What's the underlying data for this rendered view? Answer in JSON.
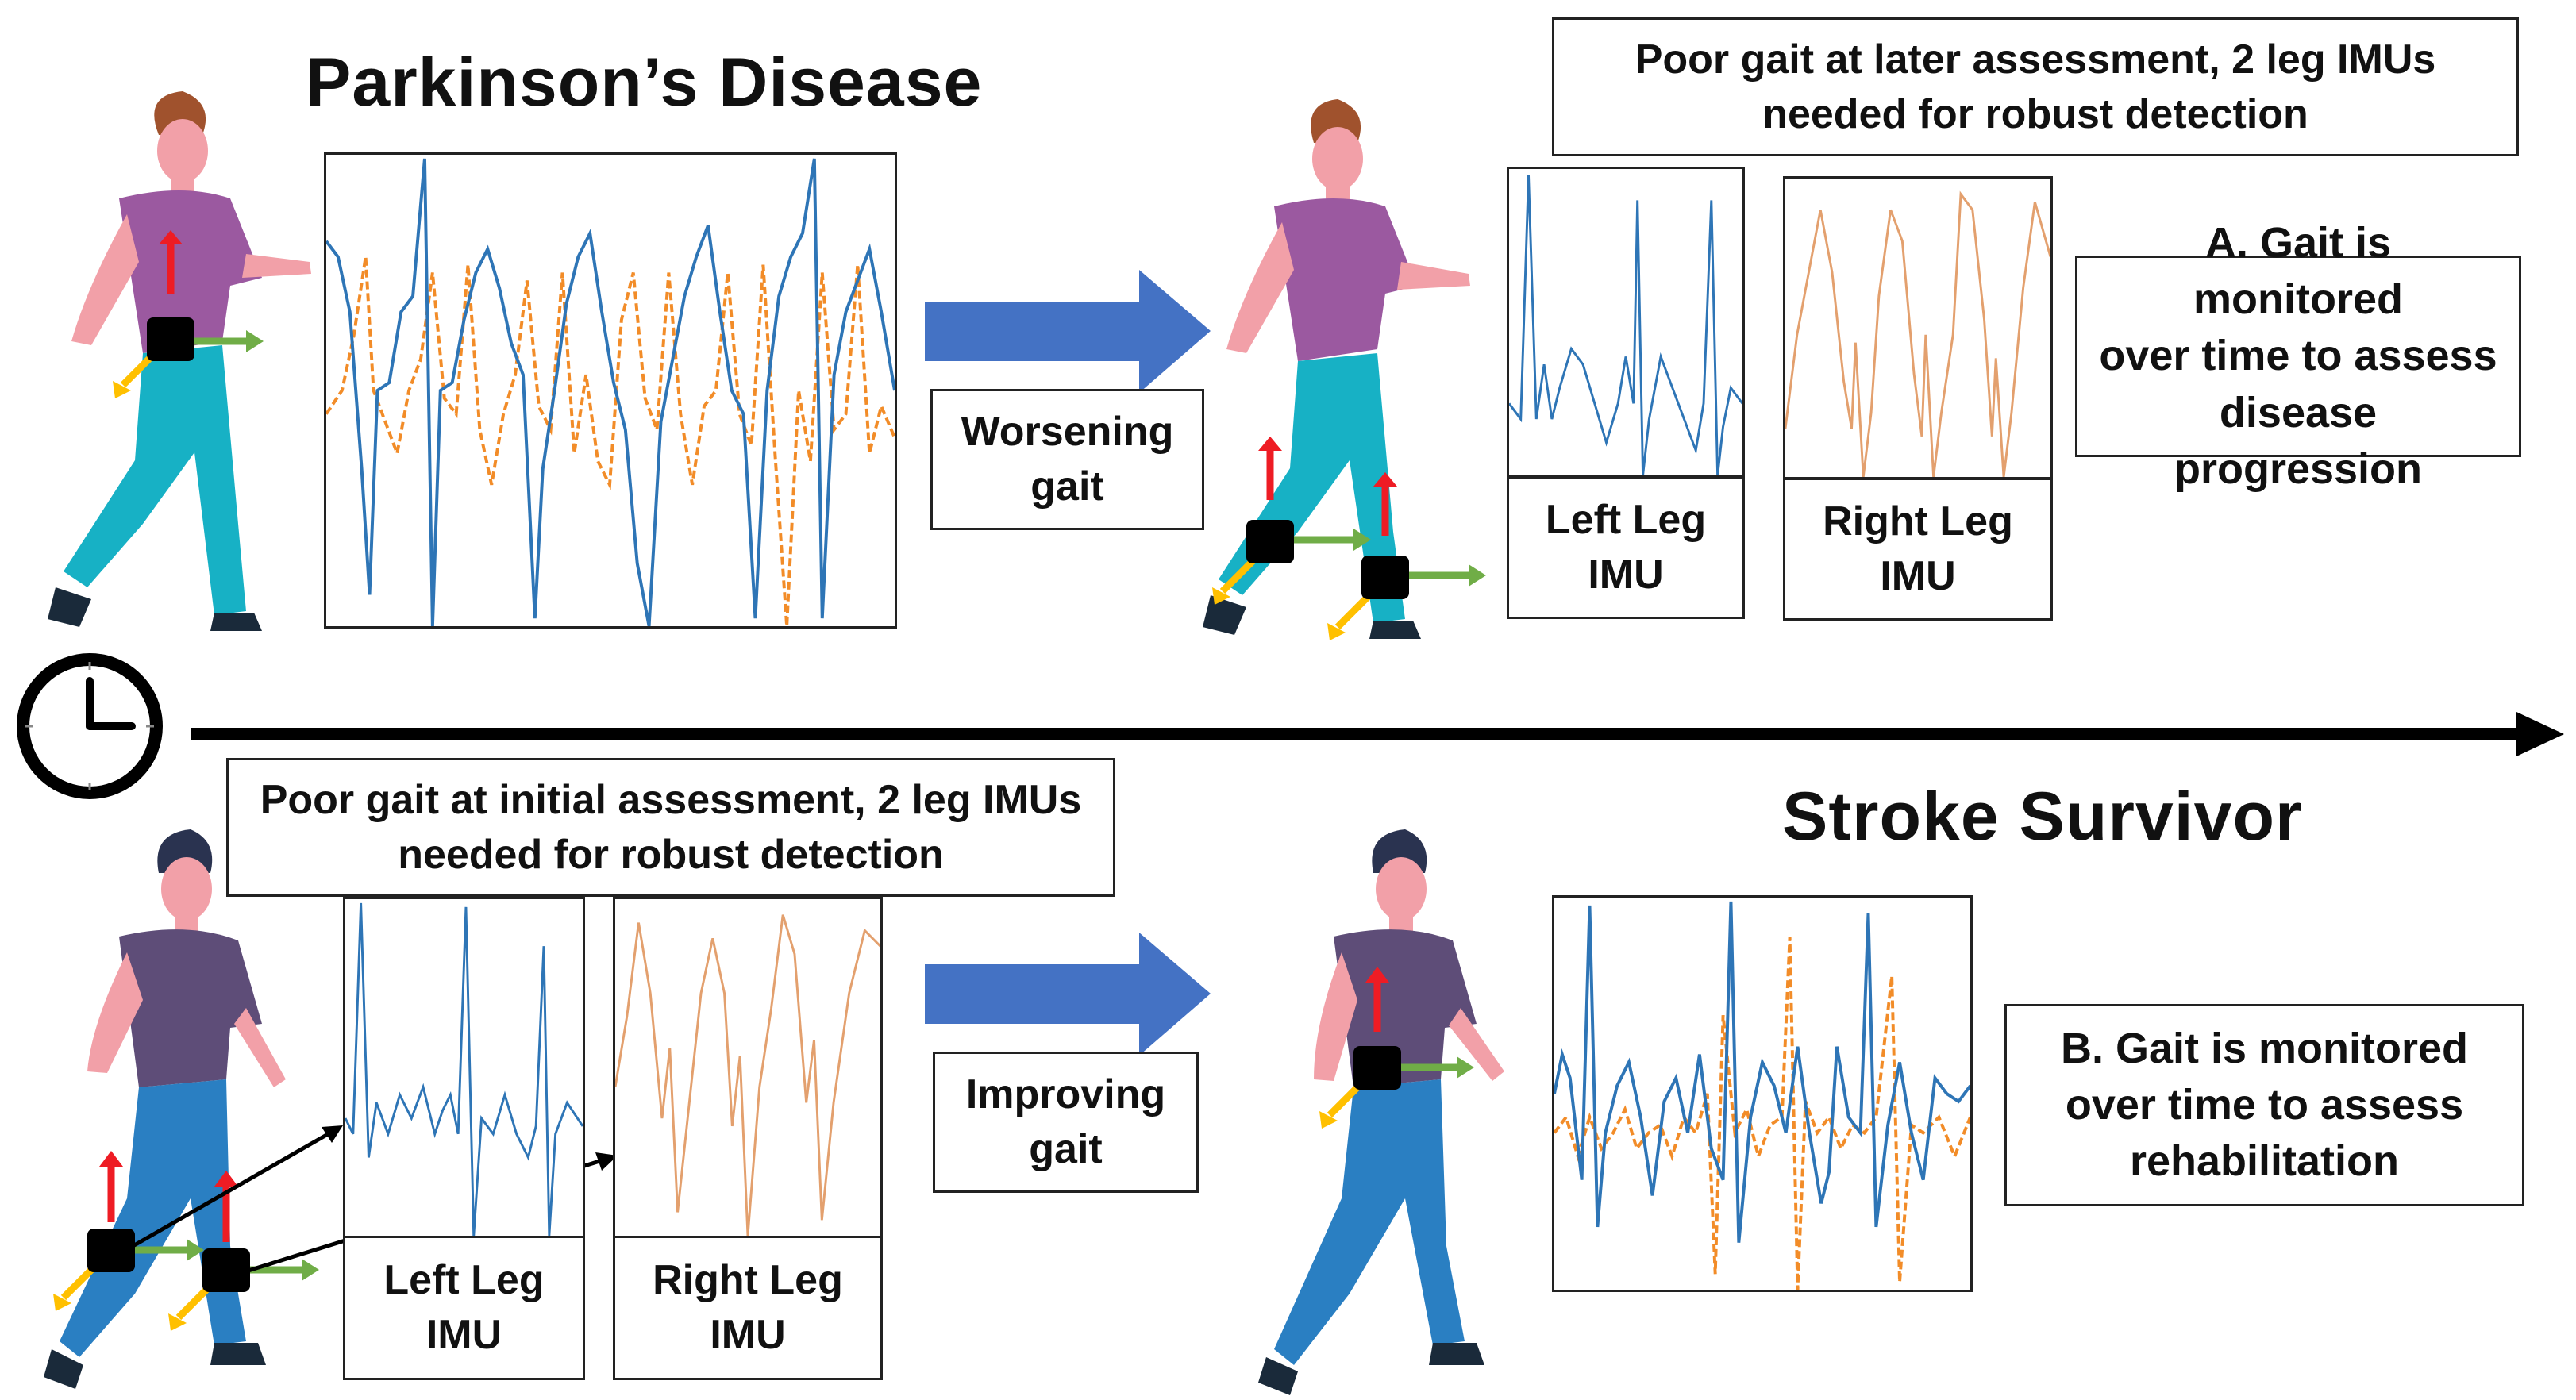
{
  "parkinsons": {
    "title": "Parkinson’s Disease",
    "transition_label": "Worsening\ngait",
    "later_note": "Poor gait at later assessment, 2 leg IMUs\nneeded for robust detection",
    "left_leg_label": "Left Leg\nIMU",
    "right_leg_label": "Right Leg\nIMU",
    "summary": "A. Gait is monitored\nover time to assess\ndisease progression"
  },
  "stroke": {
    "title": "Stroke Survivor",
    "initial_note": "Poor gait at initial assessment, 2 leg IMUs\nneeded for robust detection",
    "left_leg_label": "Left Leg\nIMU",
    "right_leg_label": "Right Leg\nIMU",
    "transition_label": "Improving\ngait",
    "summary": "B. Gait is monitored\nover time to assess\nrehabilitation"
  },
  "colors": {
    "series_blue": "#2e75b6",
    "series_orange": "#f28c28",
    "right_leg_signal": "#e3a06e",
    "arrow_blue": "#4472c4",
    "axis_red": "#ee1c24",
    "axis_green": "#70ad47",
    "axis_yellow": "#ffc000",
    "timeline": "#000000"
  },
  "icons": [
    "clock-icon",
    "person-walking-icon",
    "imu-sensor-icon",
    "block-arrow-icon"
  ]
}
